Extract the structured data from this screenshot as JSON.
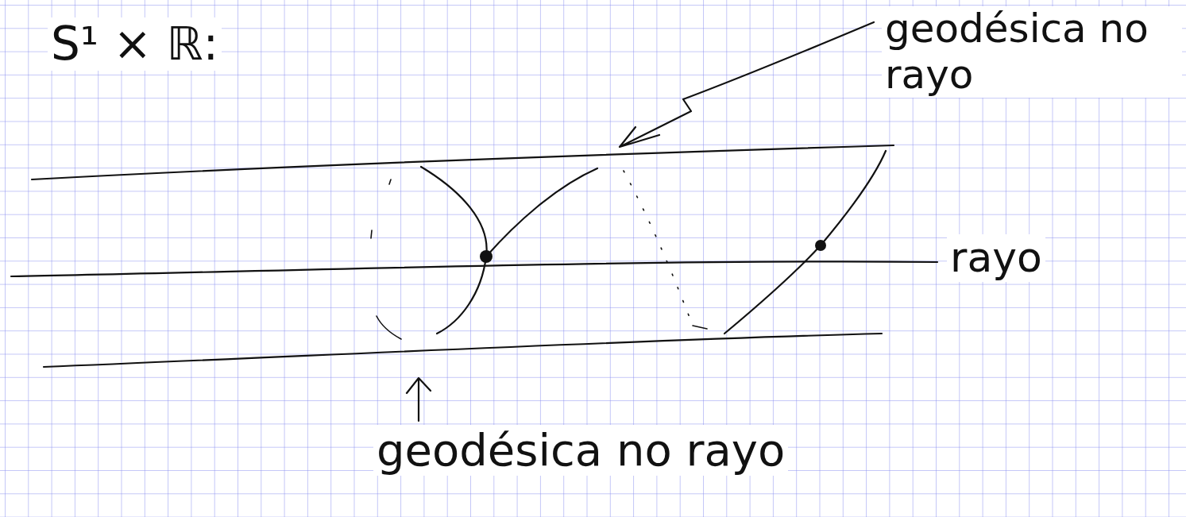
{
  "diagram": {
    "title": "S¹ × ℝ:",
    "labels": [
      "geodésica no rayo",
      "rayo",
      "geodésica no rayo"
    ]
  }
}
